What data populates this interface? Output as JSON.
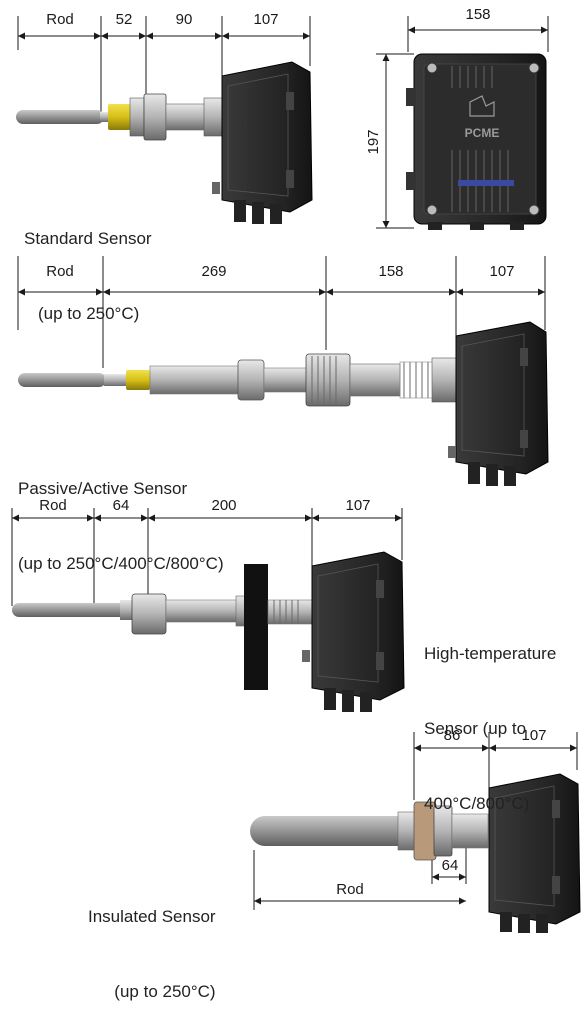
{
  "standard": {
    "dims": {
      "rod": "Rod",
      "d1": "52",
      "d2": "90",
      "d3": "107"
    },
    "caption": {
      "line1": "Standard Sensor",
      "line2": "(up to 250°C)"
    }
  },
  "front_view": {
    "width": "158",
    "height": "197",
    "logo": "PCME"
  },
  "passive": {
    "dims": {
      "rod": "Rod",
      "d1": "269",
      "d2": "158",
      "d3": "107"
    },
    "caption": {
      "line1": "Passive/Active Sensor",
      "line2": "(up to 250°C/400°C/800°C)"
    }
  },
  "hightemp": {
    "dims": {
      "rod": "Rod",
      "d1": "64",
      "d2": "200",
      "d3": "107"
    },
    "caption": {
      "line1": "High-temperature",
      "line2": "Sensor (up to",
      "line3": "400°C/800°C)"
    }
  },
  "insulated": {
    "dims": {
      "d1": "86",
      "d2": "107",
      "d3": "64",
      "rod": "Rod"
    },
    "caption": {
      "line1": "Insulated Sensor",
      "line2": "(up to 250°C)"
    }
  },
  "colors": {
    "housing": "#2b2b2b",
    "probe": "#a9a9a9",
    "yellow": "#d8c21a",
    "flange": "#111111"
  }
}
